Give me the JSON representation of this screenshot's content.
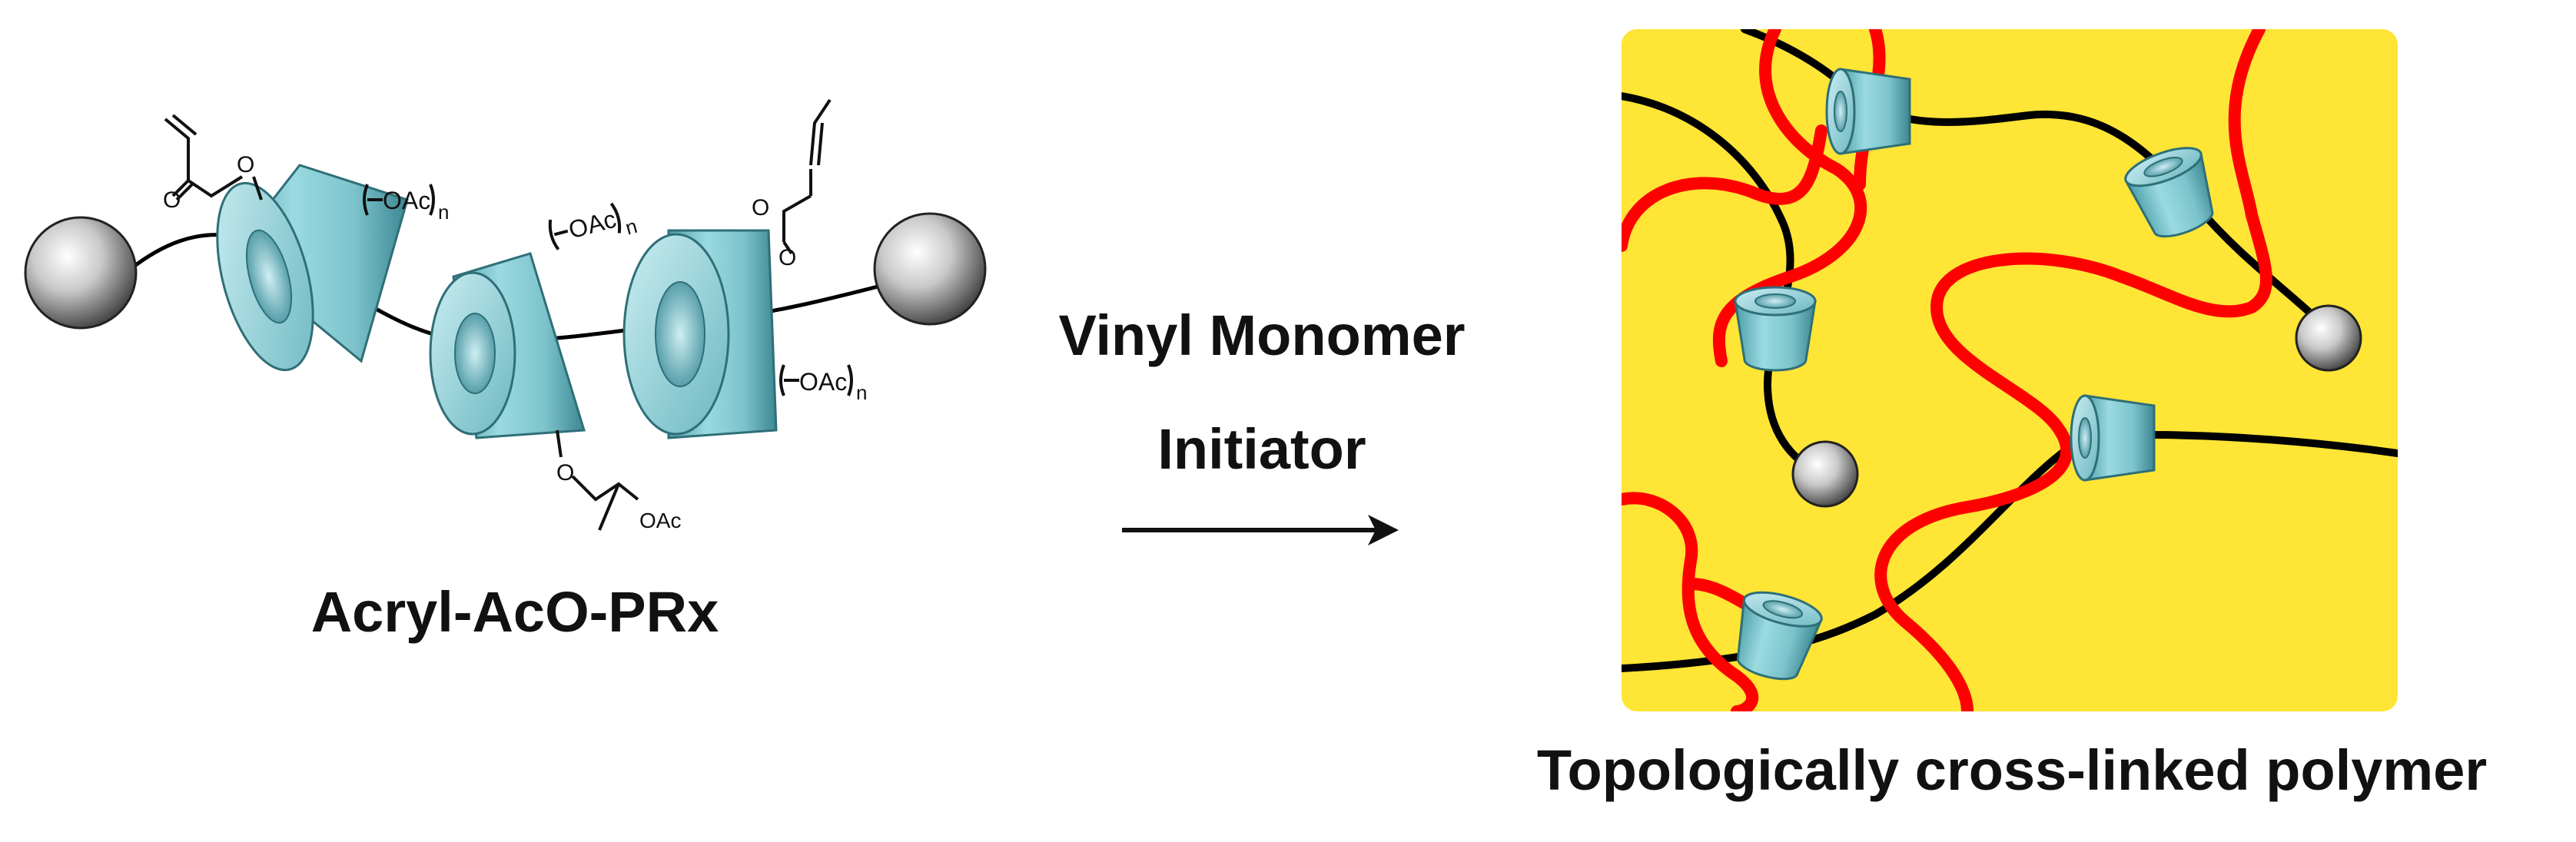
{
  "left_panel": {
    "caption": "Acryl-AcO-PRx",
    "sub_labels": {
      "oac_n": "OAc",
      "n": "n",
      "oac": "OAc",
      "o": "O"
    }
  },
  "arrow": {
    "line1": "Vinyl Monomer",
    "line2": "Initiator"
  },
  "right_panel": {
    "caption": "Topologically cross-linked polymer"
  },
  "colors": {
    "ring": "#7fc8d0",
    "ring_dark": "#3f97a3",
    "stopper": "#9a9a9a",
    "polymer_red": "#ff0000",
    "axle": "#000000",
    "gel_background": "#ffe536"
  }
}
